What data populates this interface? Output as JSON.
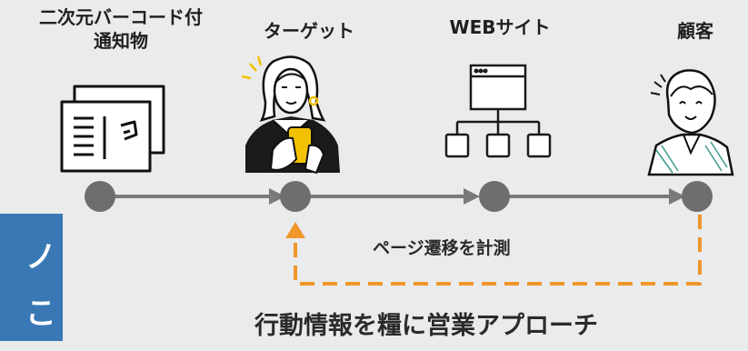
{
  "nodes": [
    {
      "id": "notice",
      "label_line1": "二次元バーコード付",
      "label_line2": "通知物",
      "icon": "mail-notice-icon"
    },
    {
      "id": "target",
      "label_line1": "ターゲット",
      "icon": "person-phone-icon"
    },
    {
      "id": "website",
      "label_line1": "WEBサイト",
      "icon": "website-sitemap-icon"
    },
    {
      "id": "customer",
      "label_line1": "顧客",
      "icon": "customer-person-icon"
    }
  ],
  "measure_label": "ページ遷移を計測",
  "bottom_caption": "行動情報を糧に営業アプローチ",
  "side_panel": {
    "char1": "ノ",
    "char2": "こ"
  },
  "colors": {
    "background": "#e9ebec",
    "line": "#7a7a7a",
    "node": "#6e6e6e",
    "dashed": "#f0962a",
    "blue": "#3a78b5",
    "phone": "#f2c200"
  }
}
